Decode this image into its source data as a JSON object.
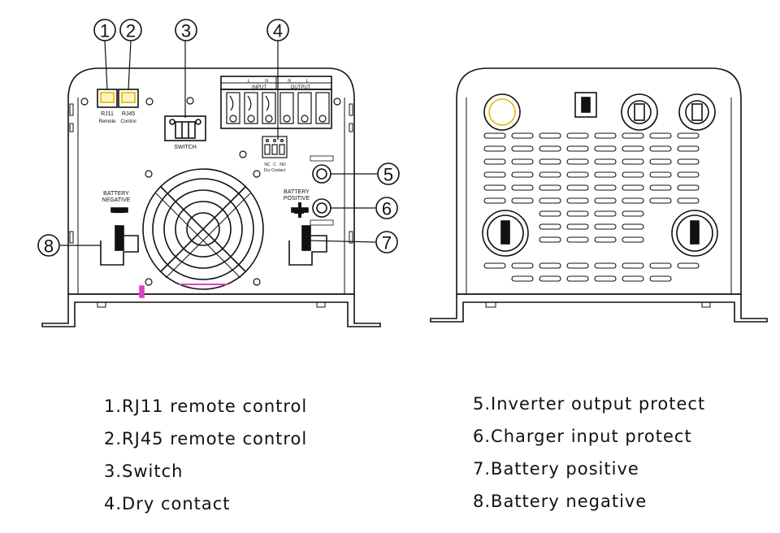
{
  "callouts": [
    {
      "id": 1,
      "label": "1"
    },
    {
      "id": 2,
      "label": "2"
    },
    {
      "id": 3,
      "label": "3"
    },
    {
      "id": 4,
      "label": "4"
    },
    {
      "id": 5,
      "label": "5"
    },
    {
      "id": 6,
      "label": "6"
    },
    {
      "id": 7,
      "label": "7"
    },
    {
      "id": 8,
      "label": "8"
    }
  ],
  "front_labels": {
    "rj11": "RJ11",
    "rj45": "RJ45",
    "remote": "Remote",
    "control": "Control",
    "switch": "SWITCH",
    "input": "INPUT",
    "output": "OUTPUT",
    "terminal_l": "L",
    "terminal_n": "N",
    "dry_nc": "NC",
    "dry_c": "C",
    "dry_no": "NO",
    "dry_contact": "Dry  Contact",
    "battery_negative": [
      "BATTERY",
      "NEGATIVE"
    ],
    "battery_positive": [
      "BATTERY",
      "POSITIVE"
    ],
    "minus_sign": "−",
    "plus_sign": "+"
  },
  "legend": {
    "left": [
      "1.RJ11 remote control",
      "2.RJ45 remote control",
      "3.Switch",
      "4.Dry contact"
    ],
    "right": [
      "5.Inverter output protect",
      "6.Charger input protect",
      "7.Battery positive",
      "8.Battery negative"
    ]
  },
  "colors": {
    "line": "#111111",
    "accent_pink": "#e040c8"
  }
}
